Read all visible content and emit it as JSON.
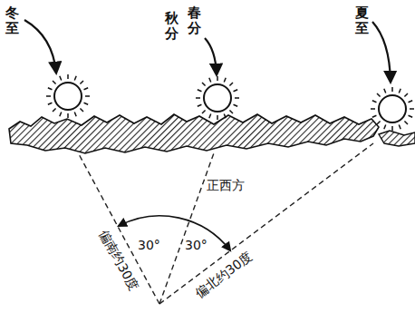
{
  "diagram": {
    "labels": [
      "冬至",
      "秋分",
      "春分",
      "夏至",
      "正西方",
      "30°",
      "30°",
      "偏南约30度",
      "偏北约30度"
    ]
  }
}
